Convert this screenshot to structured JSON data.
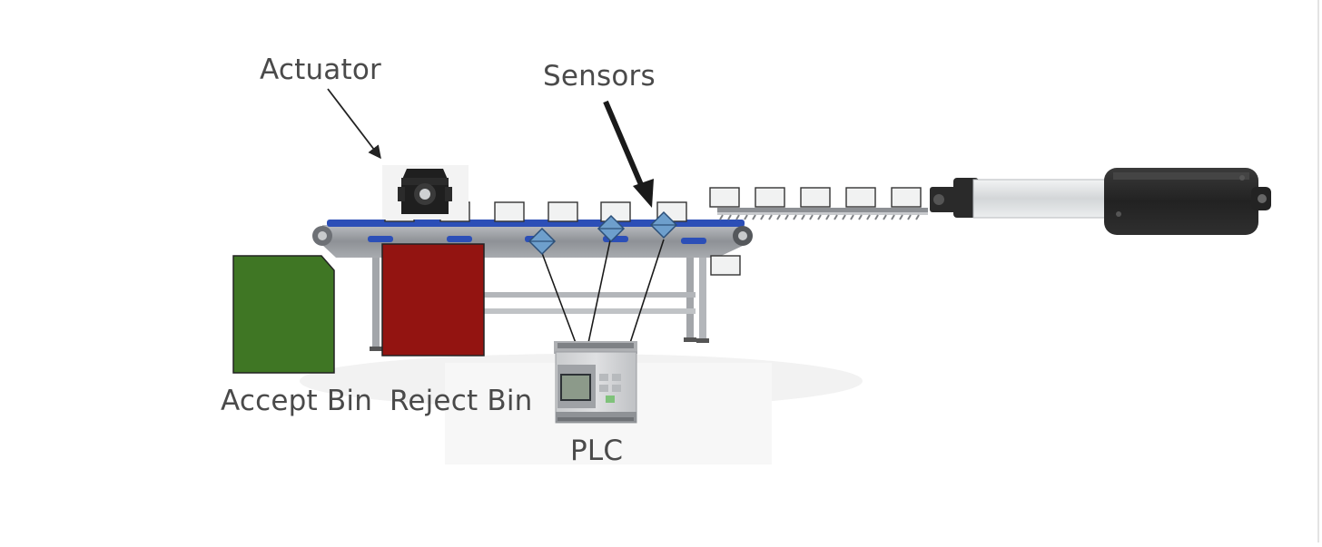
{
  "labels": {
    "actuator": "Actuator",
    "sensors": "Sensors",
    "accept_bin": "Accept Bin",
    "reject_bin": "Reject Bin",
    "plc": "PLC"
  },
  "colors": {
    "accept_bin": "#3f7624",
    "reject_bin": "#931411",
    "belt": "#2c4fb7",
    "sensor": "#6e9fcc",
    "frame": "#9ea1a6",
    "actuator_body": "#2b2b2b",
    "actuator_rod": "#dcdedf",
    "label_text": "#4a4a4a"
  },
  "icons": [
    "actuator-icon",
    "sensor-icon",
    "plc-icon",
    "linear-actuator-icon"
  ]
}
